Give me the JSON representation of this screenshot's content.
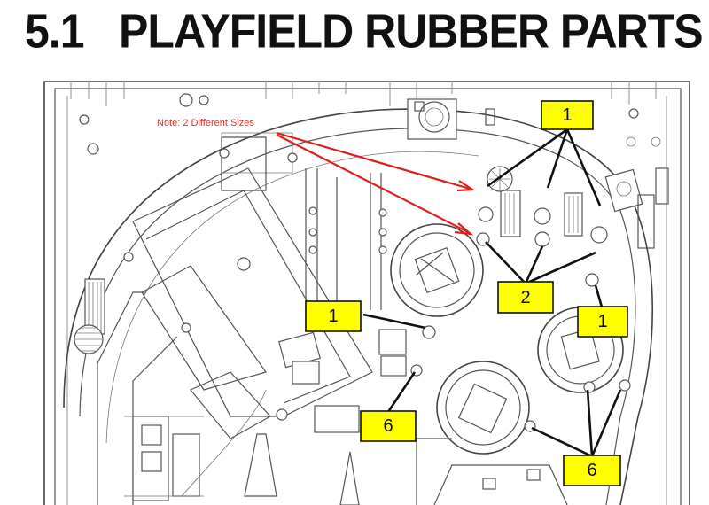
{
  "page": {
    "section_number": "5.1",
    "section_title": "PLAYFIELD RUBBER PARTS"
  },
  "diagram": {
    "note_text": "Note: 2 Different Sizes",
    "callouts": [
      {
        "id": "c1a",
        "label": "1"
      },
      {
        "id": "c2",
        "label": "2"
      },
      {
        "id": "c1b",
        "label": "1"
      },
      {
        "id": "c1c",
        "label": "1"
      },
      {
        "id": "c6a",
        "label": "6"
      },
      {
        "id": "c6b",
        "label": "6"
      }
    ],
    "colors": {
      "callout_fill": "#ffff00",
      "note_red": "#e02020",
      "linework": "#555555"
    }
  }
}
